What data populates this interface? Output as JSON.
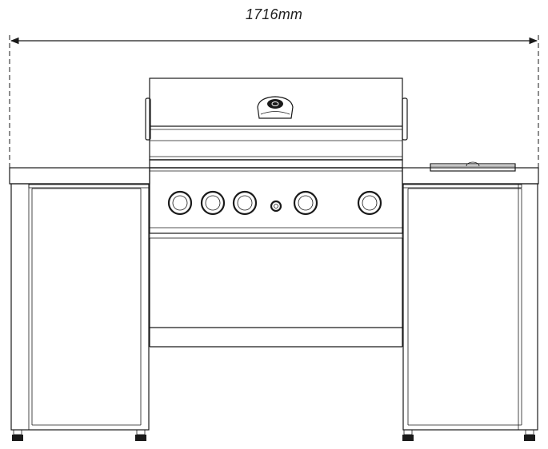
{
  "dimension": {
    "width_label": "1716mm"
  },
  "drawing": {
    "control_knobs": 5,
    "ignition_buttons": 1
  }
}
